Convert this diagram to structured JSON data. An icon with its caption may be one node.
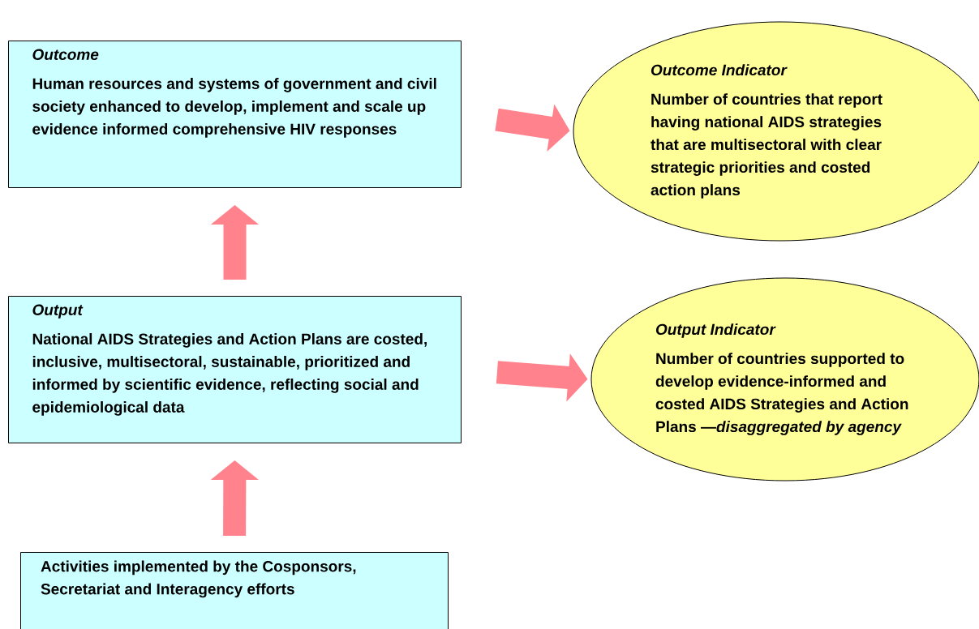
{
  "diagram": {
    "nodes": [
      {
        "text": [
          "Outcome",
          "Human resources and systems of government and civil society enhanced to develop, implement and scale up evidence informed comprehensive HIV responses"
        ]
      },
      {
        "text": [
          "Outcome Indicator",
          "Number of countries that report having national AIDS strategies that are multisectoral with clear strategic priorities and costed action plans"
        ]
      },
      {
        "text": [
          "Output",
          "National AIDS Strategies and Action Plans are costed, inclusive, multisectoral, sustainable, prioritized and informed by scientific evidence, reflecting social and epidemiological data"
        ]
      },
      {
        "text": [
          "Output Indicator",
          "Number of countries supported to develop evidence-informed and costed AIDS Strategies and Action Plans —*disaggregated by agency*"
        ]
      },
      {
        "text": [
          "Activities implemented by the Cosponsors, Secretariat and Interagency efforts"
        ]
      }
    ],
    "edges": [
      {
        "from": 0,
        "to": 1,
        "arrow": "to"
      },
      {
        "from": 2,
        "to": 3,
        "arrow": "to"
      },
      {
        "from": 2,
        "to": 0,
        "arrow": "to"
      },
      {
        "from": 4,
        "to": 2,
        "arrow": "to"
      }
    ]
  }
}
